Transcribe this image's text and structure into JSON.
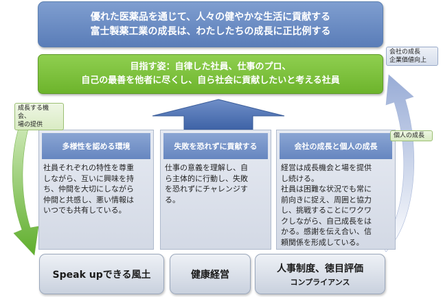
{
  "mission": {
    "line1": "優れた医薬品を通じて、人々の健やかな生活に貢献する",
    "line2": "富士製薬工業の成長は、わたしたちの成長に正比例する"
  },
  "vision": {
    "line1": "目指す姿：自律した社員、仕事のプロ、",
    "line2": "自己の最善を他者に尽くし、自ら社会に貢献したいと考える社員"
  },
  "columns": [
    {
      "title": "多様性を認める環境",
      "body": [
        "社員それぞれの特性を尊重",
        "しながら、互いに興味を持",
        "ち、仲間を大切にしながら",
        "仲間と共感し、悪い情報は",
        "いつでも共有している。"
      ]
    },
    {
      "title": "失敗を恐れずに貢献する",
      "body": [
        "仕事の意義を理解し、自",
        "ら主体的に行動し、失敗",
        "を恐れずにチャレンジす",
        "る。"
      ]
    },
    {
      "title": "会社の成長と個人の成長",
      "body": [
        "経営は成長機会と場を提供",
        "し続ける。",
        "社員は困難な状況でも常に",
        "前向きに捉え、周囲と協力",
        "し、挑戦することにワクワ",
        "クしながら、自己成長をは",
        "かる。感謝を伝え合い、信",
        "頼関係を形成している。"
      ]
    }
  ],
  "foundations": [
    {
      "label": "Speak upできる風土"
    },
    {
      "label": "健康経営"
    },
    {
      "label": "人事制度、徳目評価",
      "sub": "コンプライアンス"
    }
  ],
  "notes": {
    "left": [
      "成長する機会、",
      "場の提供"
    ],
    "right_top": [
      "会社の成長",
      "企業価値向上"
    ],
    "right_mid": [
      "個人の成長"
    ]
  },
  "colors": {
    "mission": "#6b8cc4",
    "vision": "#7cc13e",
    "arrow_up": "#4f73b3",
    "cycle_green": "#6fb83a",
    "cycle_blue": "#a8b8dc"
  }
}
